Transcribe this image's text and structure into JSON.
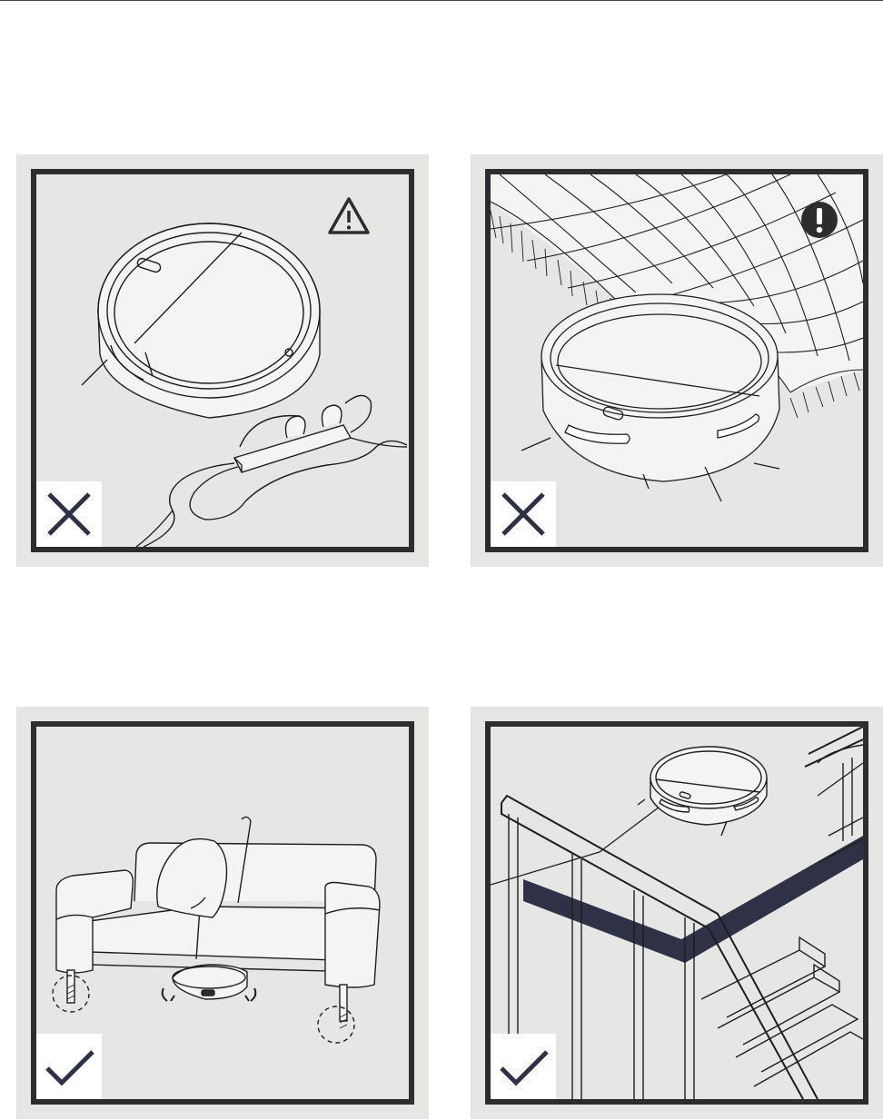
{
  "panels": [
    {
      "id": "cords",
      "badge": "cross-icon",
      "notice": "warning-triangle-icon"
    },
    {
      "id": "carpet-fringe",
      "badge": "cross-icon",
      "notice": "exclamation-circle-icon"
    },
    {
      "id": "sofa-clearance",
      "badge": "check-icon"
    },
    {
      "id": "stairs-barrier",
      "badge": "check-icon"
    }
  ],
  "colors": {
    "frame": "#2d2d2f",
    "panel_background": "#e6e6e5",
    "badge_mark": "#2f3247",
    "barrier_band": "#2f3247"
  }
}
